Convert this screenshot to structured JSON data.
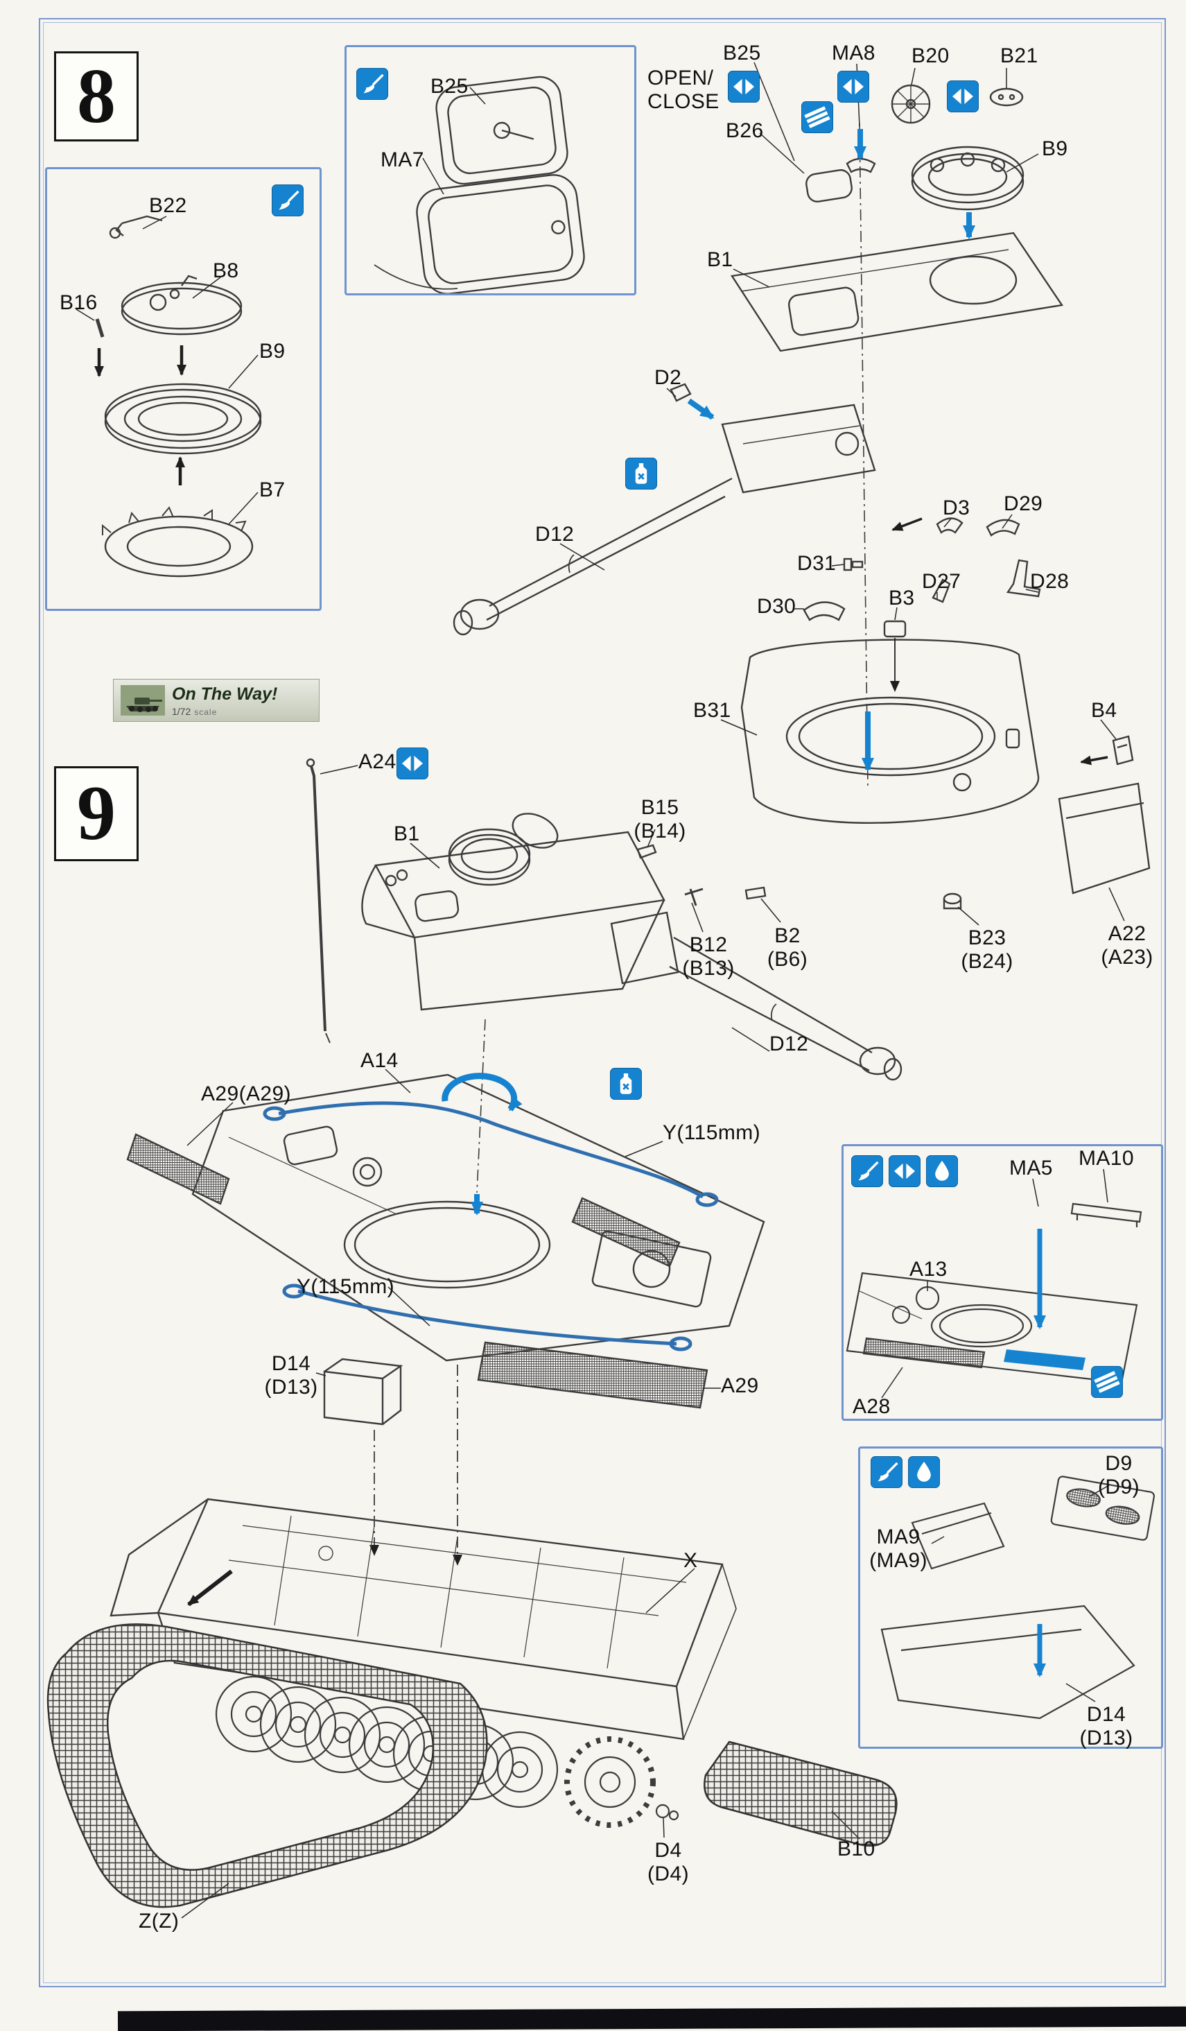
{
  "steps": {
    "eight": "8",
    "nine": "9"
  },
  "banner": {
    "title": "On The Way!",
    "scale": "1/72",
    "scale_word": "scale"
  },
  "icons": {
    "brush": "paint-this-part",
    "open_close": "open/close-option",
    "stripes": "grille-pattern-part",
    "cement": "apply-cement",
    "drop": "glue-drop"
  },
  "colors": {
    "accent_blue": "#1583cf",
    "frame_blue": "#7b97cf",
    "cable_blue": "#2f6fb0"
  },
  "labels": {
    "b25_inset": "B25",
    "ma7": "MA7",
    "b25": "B25",
    "open1": "OPEN/",
    "open2": "CLOSE",
    "b26": "B26",
    "ma8": "MA8",
    "b20": "B20",
    "b21": "B21",
    "b9_top": "B9",
    "b1_s8": "B1",
    "d2": "D2",
    "d12_s8": "D12",
    "d31": "D31",
    "d30": "D30",
    "b3": "B3",
    "d3": "D3",
    "d29": "D29",
    "d27": "D27",
    "d28": "D28",
    "b31": "B31",
    "b4": "B4",
    "b23": "B23",
    "b23_alt": "(B24)",
    "a22": "A22",
    "a22_alt": "(A23)",
    "b22": "B22",
    "b8": "B8",
    "b16": "B16",
    "b9_left": "B9",
    "b7": "B7",
    "a24": "A24",
    "b1_s9": "B1",
    "b15": "B15",
    "b15_alt": "(B14)",
    "b12": "B12",
    "b12_alt": "(B13)",
    "b2": "B2",
    "b2_alt": "(B6)",
    "d12_s9": "D12",
    "a14": "A14",
    "a29_left": "A29(A29)",
    "y_right": "Y(115mm)",
    "y_left": "Y(115mm)",
    "a29_bottom": "A29",
    "d14_mid": "D14",
    "d14_mid_alt": "(D13)",
    "ma5": "MA5",
    "ma10": "MA10",
    "a13": "A13",
    "a28": "A28",
    "d9": "D9",
    "d9_alt": "(D9)",
    "ma9": "MA9",
    "ma9_alt": "(MA9)",
    "d14_inset": "D14",
    "d14_inset_alt": "(D13)",
    "x": "X",
    "d4": "D4",
    "d4_alt": "(D4)",
    "b10": "B10",
    "z": "Z(Z)"
  }
}
